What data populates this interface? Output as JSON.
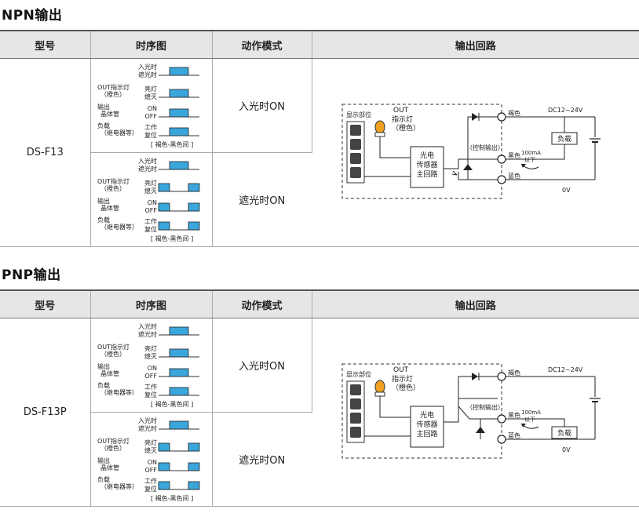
{
  "sections": [
    {
      "title": "NPN输出",
      "headers": [
        "型号",
        "时序图",
        "动作模式",
        "输出回路"
      ],
      "model": "DS-F13",
      "rows": [
        {
          "mode": "入光时ON",
          "timing": {
            "lines": [
              {
                "label": [
                  "入光时",
                  "遮光时"
                ],
                "pattern": "high"
              },
              {
                "label": [
                  "亮灯",
                  "熄灭"
                ],
                "pattern": "high",
                "side": [
                  "OUT指示灯",
                  "（橙色）"
                ]
              },
              {
                "label": [
                  "ON",
                  "OFF"
                ],
                "pattern": "high",
                "side": [
                  "输出",
                  "晶体管"
                ]
              },
              {
                "label": [
                  "工作",
                  "复位"
                ],
                "pattern": "high",
                "side": [
                  "负载",
                  "（继电器等）"
                ]
              }
            ],
            "note": "[ 褐色-黑色间 ]"
          }
        },
        {
          "mode": "遮光时ON",
          "timing": {
            "lines": [
              {
                "label": [
                  "入光时",
                  "遮光时"
                ],
                "pattern": "high"
              },
              {
                "label": [
                  "亮灯",
                  "熄灭"
                ],
                "pattern": "low",
                "side": [
                  "OUT指示灯",
                  "（橙色）"
                ]
              },
              {
                "label": [
                  "ON",
                  "OFF"
                ],
                "pattern": "low",
                "side": [
                  "输出",
                  "晶体管"
                ]
              },
              {
                "label": [
                  "工作",
                  "复位"
                ],
                "pattern": "low",
                "side": [
                  "负载",
                  "（继电器等）"
                ]
              }
            ],
            "note": "[ 褐色-黑色间 ]"
          }
        }
      ],
      "circuit": {
        "display": "显示部位",
        "out_label": [
          "OUT",
          "指示灯",
          "（橙色）"
        ],
        "main": [
          "光电",
          "传感器",
          "主回路"
        ],
        "ctrl": "（控制输出）",
        "brown": "褐色",
        "black": "黑色",
        "blue": "蓝色",
        "supply": "DC12~24V",
        "current": [
          "100mA",
          "以下"
        ],
        "load": "负载",
        "zero": "0V",
        "colors": {
          "led": "#f0a020",
          "seg": "#444444"
        }
      }
    },
    {
      "title": "PNP输出",
      "headers": [
        "型号",
        "时序图",
        "动作模式",
        "输出回路"
      ],
      "model": "DS-F13P",
      "rows": [
        {
          "mode": "入光时ON",
          "timing": {
            "lines": [
              {
                "label": [
                  "入光时",
                  "遮光时"
                ],
                "pattern": "high"
              },
              {
                "label": [
                  "亮灯",
                  "熄灭"
                ],
                "pattern": "high",
                "side": [
                  "OUT指示灯",
                  "（橙色）"
                ]
              },
              {
                "label": [
                  "ON",
                  "OFF"
                ],
                "pattern": "high",
                "side": [
                  "输出",
                  "晶体管"
                ]
              },
              {
                "label": [
                  "工作",
                  "复位"
                ],
                "pattern": "high",
                "side": [
                  "负载",
                  "（继电器等）"
                ]
              }
            ],
            "note": "[ 褐色-黑色间 ]"
          }
        },
        {
          "mode": "遮光时ON",
          "timing": {
            "lines": [
              {
                "label": [
                  "入光时",
                  "遮光时"
                ],
                "pattern": "high"
              },
              {
                "label": [
                  "亮灯",
                  "熄灭"
                ],
                "pattern": "low",
                "side": [
                  "OUT指示灯",
                  "（橙色）"
                ]
              },
              {
                "label": [
                  "ON",
                  "OFF"
                ],
                "pattern": "low",
                "side": [
                  "输出",
                  "晶体管"
                ]
              },
              {
                "label": [
                  "工作",
                  "复位"
                ],
                "pattern": "low",
                "side": [
                  "负载",
                  "（继电器等）"
                ]
              }
            ],
            "note": "[ 褐色-黑色间 ]"
          }
        }
      ],
      "circuit": {
        "display": "显示部位",
        "out_label": [
          "OUT",
          "指示灯",
          "（橙色）"
        ],
        "main": [
          "光电",
          "传感器",
          "主回路"
        ],
        "ctrl": "（控制输出）",
        "brown": "褐色",
        "black": "黑色",
        "blue": "蓝色",
        "supply": "DC12~24V",
        "current": [
          "100mA",
          "以下"
        ],
        "load": "负载",
        "zero": "0V",
        "colors": {
          "led": "#f0a020",
          "seg": "#444444"
        }
      }
    }
  ],
  "colors": {
    "pulse": "#3aa6dc",
    "header_bg": "#e6e6e6"
  }
}
